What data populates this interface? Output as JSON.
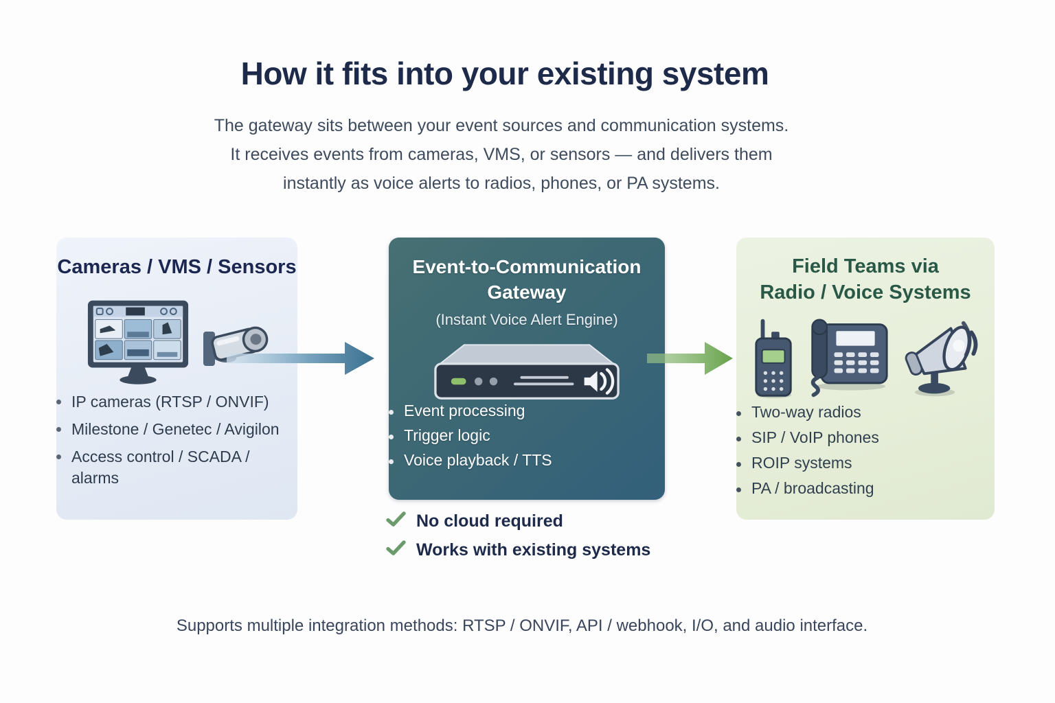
{
  "header": {
    "title": "How it fits into your existing system",
    "subtitle_lines": [
      "The gateway sits between your event sources and communication systems.",
      "It receives events from cameras, VMS, or sensors — and delivers them",
      "instantly as voice alerts to radios, phones, or PA systems."
    ]
  },
  "panels": {
    "sources": {
      "title": "Cameras / VMS / Sensors",
      "items": [
        "IP cameras (RTSP / ONVIF)",
        "Milestone / Genetec / Avigilon",
        "Access control / SCADA / alarms"
      ],
      "icons": [
        "vms-monitor-icon",
        "cctv-camera-icon"
      ]
    },
    "gateway": {
      "title_line1": "Event-to-Communication",
      "title_line2": "Gateway",
      "subtitle": "(Instant Voice Alert Engine)",
      "items": [
        "Event processing",
        "Trigger logic",
        "Voice playback / TTS"
      ],
      "icons": [
        "gateway-device-icon"
      ]
    },
    "field_teams": {
      "title_line1": "Field Teams via",
      "title_line2": "Radio / Voice Systems",
      "items": [
        "Two-way radios",
        "SIP / VoIP phones",
        "ROIP systems",
        "PA / broadcasting"
      ],
      "icons": [
        "two-way-radio-icon",
        "desk-phone-icon",
        "pa-horn-speaker-icon"
      ]
    }
  },
  "benefits": [
    {
      "label": "No cloud required"
    },
    {
      "label": "Works with existing systems"
    }
  ],
  "footer": {
    "text": "Supports multiple integration methods: RTSP / ONVIF, API / webhook, I/O, and audio interface."
  },
  "colors": {
    "title_navy": "#1d2a49",
    "sources_panel_bg": "#e7edf6",
    "gateway_panel_teal_from": "#477073",
    "gateway_panel_teal_to": "#33607b",
    "field_panel_bg": "#e6eed9",
    "sources_title": "#1b2750",
    "field_title": "#2a5847",
    "arrow_blue": "#3a7091",
    "arrow_green": "#68a34c",
    "check_green": "#6b9a6b",
    "led_green": "#8fc06a"
  }
}
